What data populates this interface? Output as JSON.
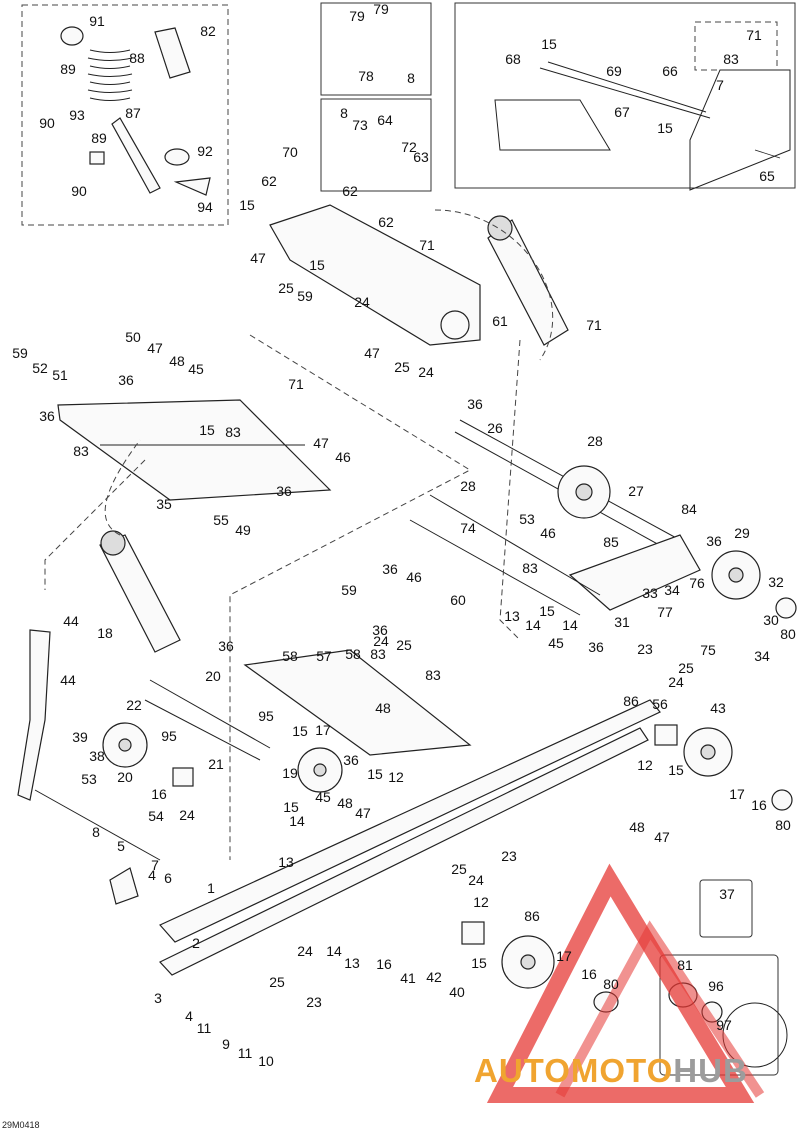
{
  "figure": {
    "code": "29M0418",
    "watermark": {
      "part1": "AUTOMOTO",
      "part2": "HUB",
      "color1": "#f0a430",
      "color2": "#9c9c9c",
      "logo_color": "#e53935"
    },
    "callouts": [
      "91",
      "82",
      "89",
      "88",
      "93",
      "90",
      "87",
      "89",
      "92",
      "90",
      "94",
      "79",
      "79",
      "78",
      "8",
      "8",
      "73",
      "64",
      "72",
      "63",
      "15",
      "68",
      "69",
      "66",
      "71",
      "83",
      "7",
      "67",
      "15",
      "65",
      "70",
      "62",
      "62",
      "15",
      "62",
      "71",
      "47",
      "15",
      "25",
      "59",
      "24",
      "61",
      "71",
      "47",
      "25",
      "24",
      "59",
      "52",
      "51",
      "36",
      "50",
      "47",
      "48",
      "45",
      "36",
      "71",
      "83",
      "83",
      "15",
      "47",
      "46",
      "36",
      "35",
      "55",
      "49",
      "36",
      "26",
      "28",
      "27",
      "28",
      "84",
      "74",
      "53",
      "46",
      "36",
      "29",
      "85",
      "83",
      "76",
      "32",
      "31",
      "36",
      "46",
      "33",
      "34",
      "30",
      "80",
      "59",
      "60",
      "36",
      "24",
      "25",
      "13",
      "15",
      "14",
      "14",
      "45",
      "36",
      "77",
      "75",
      "34",
      "36",
      "58",
      "57",
      "58",
      "83",
      "83",
      "48",
      "23",
      "25",
      "24",
      "86",
      "56",
      "43",
      "44",
      "44",
      "18",
      "22",
      "20",
      "95",
      "15",
      "17",
      "39",
      "38",
      "95",
      "21",
      "20",
      "19",
      "36",
      "15",
      "12",
      "16",
      "24",
      "12",
      "15",
      "17",
      "16",
      "80",
      "48",
      "47",
      "53",
      "54",
      "15",
      "14",
      "13",
      "45",
      "48",
      "47",
      "8",
      "5",
      "7",
      "6",
      "4",
      "25",
      "24",
      "23",
      "37",
      "1",
      "12",
      "2",
      "86",
      "14",
      "13",
      "16",
      "24",
      "25",
      "23",
      "41",
      "42",
      "40",
      "3",
      "4",
      "11",
      "9",
      "11",
      "10",
      "15",
      "17",
      "16",
      "80",
      "81",
      "96",
      "97"
    ]
  }
}
